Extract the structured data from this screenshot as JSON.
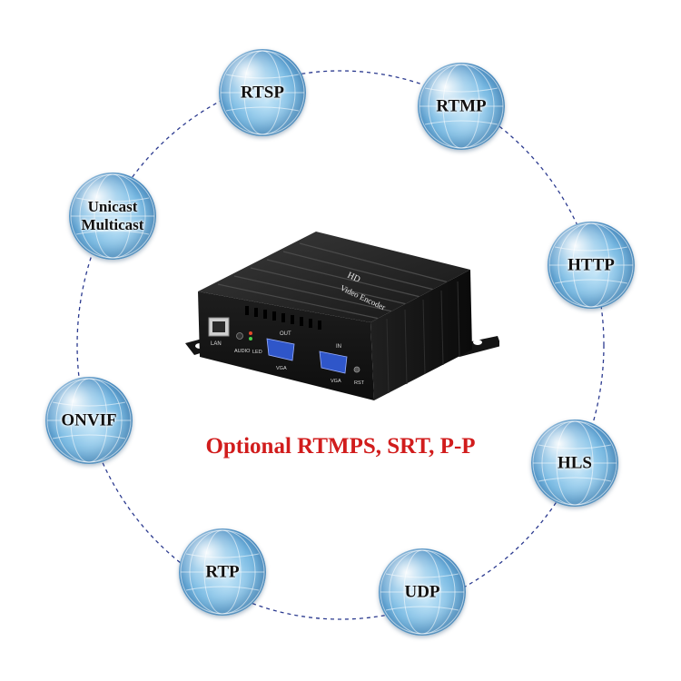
{
  "protocols": [
    {
      "id": "rtsp",
      "label": "RTSP"
    },
    {
      "id": "rtmp",
      "label": "RTMP"
    },
    {
      "id": "unicast-multicast",
      "label": "Unicast\nMulticast"
    },
    {
      "id": "http",
      "label": "HTTP"
    },
    {
      "id": "onvif",
      "label": "ONVIF"
    },
    {
      "id": "hls",
      "label": "HLS"
    },
    {
      "id": "rtp",
      "label": "RTP"
    },
    {
      "id": "udp",
      "label": "UDP"
    }
  ],
  "headline": "Optional RTMPS, SRT, P-P",
  "device": {
    "top_label_1": "HD",
    "top_label_2": "Video Encoder",
    "port_lan": "LAN",
    "port_audio": "AUDIO",
    "port_led": "LED",
    "port_out": "OUT",
    "port_in": "IN",
    "port_vga_1": "VGA",
    "port_vga_2": "VGA",
    "port_rst": "RST"
  },
  "colors": {
    "headline": "#d11c1c",
    "ring": "#2b3a8f",
    "device_body": "#1c1c1c",
    "vga_port": "#2f56c9"
  }
}
